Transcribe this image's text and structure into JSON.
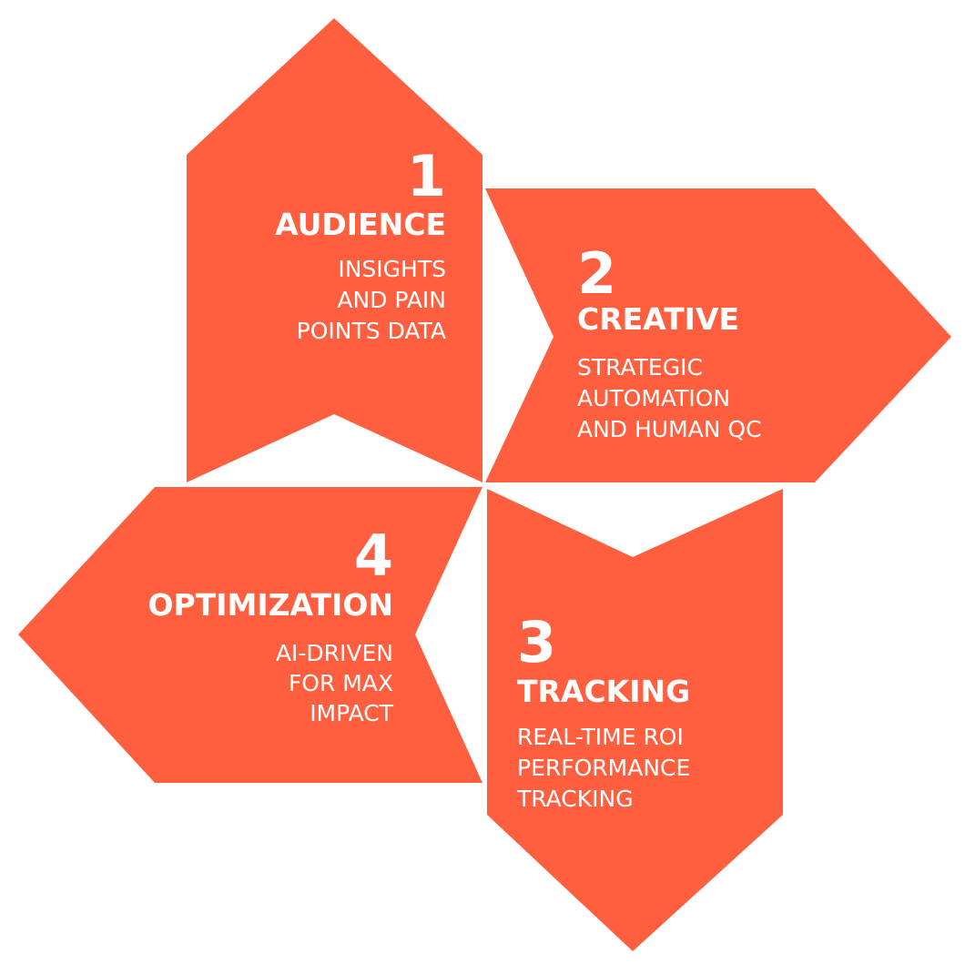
{
  "colors": {
    "arrow_fill": "#ff5f3f",
    "text": "#ffffff",
    "background": "#ffffff"
  },
  "steps": [
    {
      "number": "1",
      "title": "AUDIENCE",
      "lines": [
        "INSIGHTS",
        "AND PAIN",
        "POINTS DATA"
      ],
      "direction": "up"
    },
    {
      "number": "2",
      "title": "CREATIVE",
      "lines": [
        "STRATEGIC",
        "AUTOMATION",
        "AND HUMAN QC"
      ],
      "direction": "right"
    },
    {
      "number": "3",
      "title": "TRACKING",
      "lines": [
        "REAL-TIME ROI",
        "PERFORMANCE",
        "TRACKING"
      ],
      "direction": "down"
    },
    {
      "number": "4",
      "title": "OPTIMIZATION",
      "lines": [
        "AI-DRIVEN",
        "FOR MAX",
        "IMPACT"
      ],
      "direction": "left"
    }
  ]
}
